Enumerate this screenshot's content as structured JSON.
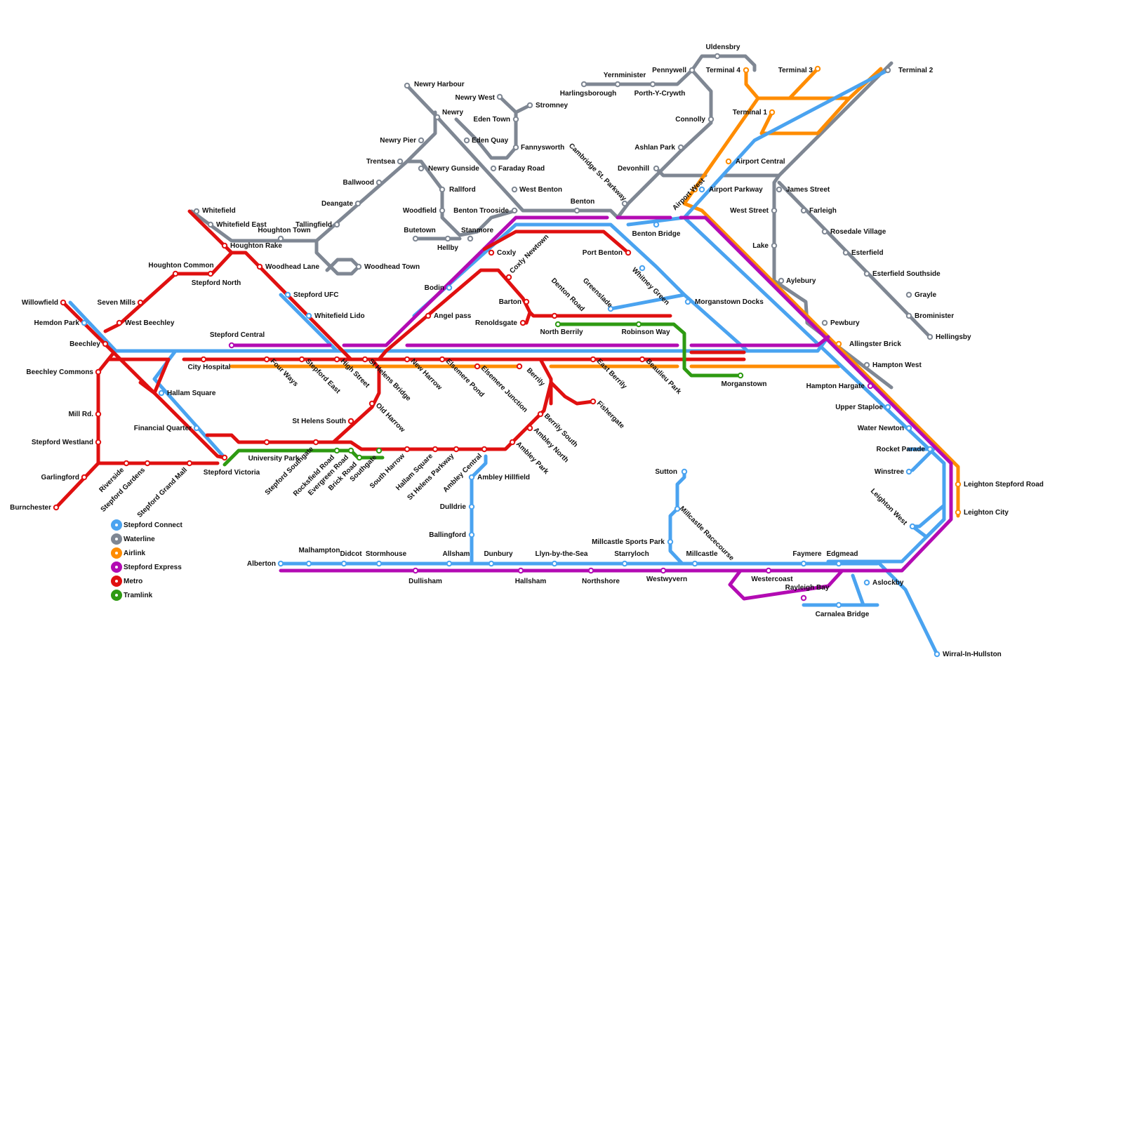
{
  "legend": [
    {
      "label": "Stepford Connect",
      "color": "#4aa3f0"
    },
    {
      "label": "Waterline",
      "color": "#7f8793"
    },
    {
      "label": "Airlink",
      "color": "#ff8c00"
    },
    {
      "label": "Stepford Express",
      "color": "#b30bb3"
    },
    {
      "label": "Metro",
      "color": "#e01010"
    },
    {
      "label": "Tramlink",
      "color": "#2e9a12"
    }
  ],
  "stations": [
    {
      "id": "uldensbry",
      "label": "Uldensbry",
      "line": "Waterline"
    },
    {
      "id": "terminal-4",
      "label": "Terminal 4",
      "line": "Airlink"
    },
    {
      "id": "terminal-3",
      "label": "Terminal 3",
      "line": "Airlink"
    },
    {
      "id": "terminal-2",
      "label": "Terminal 2",
      "line": "Waterline"
    },
    {
      "id": "terminal-1",
      "label": "Terminal 1",
      "line": "Airlink"
    },
    {
      "id": "pennywell",
      "label": "Pennywell",
      "line": "Waterline"
    },
    {
      "id": "yernminister",
      "label": "Yernminister",
      "line": "Waterline"
    },
    {
      "id": "harlingsborough",
      "label": "Harlingsborough",
      "line": "Waterline"
    },
    {
      "id": "porth-y-crywth",
      "label": "Porth-Y-Crywth",
      "line": "Waterline"
    },
    {
      "id": "newry-harbour",
      "label": "Newry Harbour",
      "line": "Waterline"
    },
    {
      "id": "newry-west",
      "label": "Newry West",
      "line": "Waterline"
    },
    {
      "id": "stromney",
      "label": "Stromney",
      "line": "Waterline"
    },
    {
      "id": "newry",
      "label": "Newry",
      "line": "Waterline"
    },
    {
      "id": "eden-town",
      "label": "Eden Town",
      "line": "Waterline"
    },
    {
      "id": "connolly",
      "label": "Connolly",
      "line": "Waterline"
    },
    {
      "id": "newry-pier",
      "label": "Newry Pier",
      "line": "Waterline"
    },
    {
      "id": "eden-quay",
      "label": "Eden Quay",
      "line": "Waterline"
    },
    {
      "id": "fannysworth",
      "label": "Fannysworth",
      "line": "Waterline"
    },
    {
      "id": "ashlan-park",
      "label": "Ashlan Park",
      "line": "Waterline"
    },
    {
      "id": "trentsea",
      "label": "Trentsea",
      "line": "Waterline"
    },
    {
      "id": "newry-gunside",
      "label": "Newry Gunside",
      "line": "Waterline"
    },
    {
      "id": "faraday-road",
      "label": "Faraday Road",
      "line": "Waterline"
    },
    {
      "id": "devonhill",
      "label": "Devonhill",
      "line": "Waterline"
    },
    {
      "id": "airport-central",
      "label": "Airport Central",
      "line": "Airlink"
    },
    {
      "id": "cambridge-st-parkway",
      "label": "Cambridge St. Parkway",
      "line": "Waterline"
    },
    {
      "id": "ballwood",
      "label": "Ballwood",
      "line": "Waterline"
    },
    {
      "id": "rallford",
      "label": "Rallford",
      "line": "Waterline"
    },
    {
      "id": "west-benton",
      "label": "West Benton",
      "line": "Waterline"
    },
    {
      "id": "airport-west",
      "label": "Airport West",
      "line": "Airlink"
    },
    {
      "id": "airport-parkway",
      "label": "Airport Parkway",
      "line": "Stepford Connect"
    },
    {
      "id": "james-street",
      "label": "James Street",
      "line": "Waterline"
    },
    {
      "id": "deangate",
      "label": "Deangate",
      "line": "Waterline"
    },
    {
      "id": "benton",
      "label": "Benton",
      "line": "Waterline"
    },
    {
      "id": "woodfield",
      "label": "Woodfield",
      "line": "Waterline"
    },
    {
      "id": "benton-trooside",
      "label": "Benton Trooside",
      "line": "Waterline"
    },
    {
      "id": "west-street",
      "label": "West Street",
      "line": "Waterline"
    },
    {
      "id": "farleigh",
      "label": "Farleigh",
      "line": "Waterline"
    },
    {
      "id": "whitefield",
      "label": "Whitefield",
      "line": "Waterline"
    },
    {
      "id": "whitefield-east",
      "label": "Whitefield East",
      "line": "Waterline"
    },
    {
      "id": "tallingfield",
      "label": "Tallingfield",
      "line": "Waterline"
    },
    {
      "id": "houghton-town",
      "label": "Houghton Town",
      "line": "Waterline"
    },
    {
      "id": "butetown",
      "label": "Butetown",
      "line": "Waterline"
    },
    {
      "id": "stanmore",
      "label": "Stanmore",
      "line": "Waterline"
    },
    {
      "id": "benton-bridge",
      "label": "Benton Bridge",
      "line": "Stepford Connect"
    },
    {
      "id": "rosedale-village",
      "label": "Rosedale Village",
      "line": "Waterline"
    },
    {
      "id": "houghton-rake",
      "label": "Houghton Rake",
      "line": "Metro"
    },
    {
      "id": "hellby",
      "label": "Hellby",
      "line": "Waterline"
    },
    {
      "id": "lake",
      "label": "Lake",
      "line": "Waterline"
    },
    {
      "id": "coxly",
      "label": "Coxly",
      "line": "Metro"
    },
    {
      "id": "coxly-newtown",
      "label": "Coxly Newtown",
      "line": "Metro"
    },
    {
      "id": "port-benton",
      "label": "Port Benton",
      "line": "Metro"
    },
    {
      "id": "esterfield",
      "label": "Esterfield",
      "line": "Waterline"
    },
    {
      "id": "woodhead-lane",
      "label": "Woodhead Lane",
      "line": "Metro"
    },
    {
      "id": "woodhead-town",
      "label": "Woodhead Town",
      "line": "Waterline"
    },
    {
      "id": "houghton-common",
      "label": "Houghton Common",
      "line": "Metro"
    },
    {
      "id": "esterfield-southside",
      "label": "Esterfield Southside",
      "line": "Waterline"
    },
    {
      "id": "stepford-north",
      "label": "Stepford North",
      "line": "Metro"
    },
    {
      "id": "aylebury",
      "label": "Aylebury",
      "line": "Waterline"
    },
    {
      "id": "whitney-green",
      "label": "Whitney Green",
      "line": "Stepford Connect"
    },
    {
      "id": "bodin",
      "label": "Bodin",
      "line": "Stepford Connect"
    },
    {
      "id": "denton-road",
      "label": "Denton Road",
      "line": "Metro"
    },
    {
      "id": "greenslade",
      "label": "Greenslade",
      "line": "Stepford Connect"
    },
    {
      "id": "stepford-ufc",
      "label": "Stepford UFC",
      "line": "Stepford Connect"
    },
    {
      "id": "grayle",
      "label": "Grayle",
      "line": "Waterline"
    },
    {
      "id": "willowfield",
      "label": "Willowfield",
      "line": "Metro"
    },
    {
      "id": "seven-mills",
      "label": "Seven Mills",
      "line": "Metro"
    },
    {
      "id": "barton",
      "label": "Barton",
      "line": "Metro"
    },
    {
      "id": "morganstown-docks",
      "label": "Morganstown Docks",
      "line": "Stepford Connect"
    },
    {
      "id": "whitefield-lido",
      "label": "Whitefield Lido",
      "line": "Stepford Connect"
    },
    {
      "id": "angel-pass",
      "label": "Angel pass",
      "line": "Metro"
    },
    {
      "id": "brominister",
      "label": "Brominister",
      "line": "Waterline"
    },
    {
      "id": "hemdon-park",
      "label": "Hemdon Park",
      "line": "Stepford Connect"
    },
    {
      "id": "west-beechley",
      "label": "West Beechley",
      "line": "Metro"
    },
    {
      "id": "renoldsgate",
      "label": "Renoldsgate",
      "line": "Metro"
    },
    {
      "id": "pewbury",
      "label": "Pewbury",
      "line": "Waterline"
    },
    {
      "id": "north-berrily",
      "label": "North Berrily",
      "line": "Tramlink"
    },
    {
      "id": "robinson-way",
      "label": "Robinson Way",
      "line": "Tramlink"
    },
    {
      "id": "hellingsby",
      "label": "Hellingsby",
      "line": "Waterline"
    },
    {
      "id": "stepford-central",
      "label": "Stepford Central",
      "line": "Stepford Express"
    },
    {
      "id": "beechley",
      "label": "Beechley",
      "line": "Metro"
    },
    {
      "id": "allingster-brick",
      "label": "Allingster Brick",
      "line": "Airlink"
    },
    {
      "id": "hampton-west",
      "label": "Hampton West",
      "line": "Waterline"
    },
    {
      "id": "city-hospital",
      "label": "City Hospital",
      "line": "Metro"
    },
    {
      "id": "four-ways",
      "label": "Four Ways",
      "line": "Metro"
    },
    {
      "id": "stepford-east",
      "label": "Stepford East",
      "line": "Metro"
    },
    {
      "id": "high-street",
      "label": "High Street",
      "line": "Metro"
    },
    {
      "id": "st-helens-bridge",
      "label": "St Helens Bridge",
      "line": "Metro"
    },
    {
      "id": "new-harrow",
      "label": "New Harrow",
      "line": "Metro"
    },
    {
      "id": "elsemere-pond",
      "label": "Elsemere Pond",
      "line": "Metro"
    },
    {
      "id": "elsemere-junction",
      "label": "Elsemere Junction",
      "line": "Metro"
    },
    {
      "id": "berrily",
      "label": "Berrily",
      "line": "Metro"
    },
    {
      "id": "east-berrily",
      "label": "East Berrily",
      "line": "Metro"
    },
    {
      "id": "beaulieu-park",
      "label": "Beaulieu Park",
      "line": "Metro"
    },
    {
      "id": "morganstown",
      "label": "Morganstown",
      "line": "Tramlink"
    },
    {
      "id": "beechley-commons",
      "label": "Beechley Commons",
      "line": "Metro"
    },
    {
      "id": "hallam-square",
      "label": "Hallam Square",
      "line": "Stepford Connect"
    },
    {
      "id": "hampton-hargate",
      "label": "Hampton Hargate",
      "line": "Stepford Express"
    },
    {
      "id": "upper-staploe",
      "label": "Upper Staploe",
      "line": "Stepford Connect"
    },
    {
      "id": "mill-rd",
      "label": "Mill Rd.",
      "line": "Metro"
    },
    {
      "id": "st-helens-south",
      "label": "St Helens South",
      "line": "Metro"
    },
    {
      "id": "old-harrow",
      "label": "Old Harrow",
      "line": "Metro"
    },
    {
      "id": "fishergate",
      "label": "Fishergate",
      "line": "Metro"
    },
    {
      "id": "berrily-south",
      "label": "Berrily South",
      "line": "Metro"
    },
    {
      "id": "financial-quarter",
      "label": "Financial Quarter",
      "line": "Stepford Connect"
    },
    {
      "id": "water-newton",
      "label": "Water Newton",
      "line": "Stepford Connect"
    },
    {
      "id": "stepford-westland",
      "label": "Stepford Westland",
      "line": "Metro"
    },
    {
      "id": "ambley-north",
      "label": "Ambley North",
      "line": "Metro"
    },
    {
      "id": "university-park",
      "label": "University Park",
      "line": "Metro"
    },
    {
      "id": "rocket-parade",
      "label": "Rocket Parade",
      "line": "Stepford Connect"
    },
    {
      "id": "stepford-victoria",
      "label": "Stepford Victoria",
      "line": "Metro"
    },
    {
      "id": "ambley-park",
      "label": "Ambley Park",
      "line": "Metro"
    },
    {
      "id": "garlingford",
      "label": "Garlingford",
      "line": "Metro"
    },
    {
      "id": "riverside",
      "label": "Riverside",
      "line": "Metro"
    },
    {
      "id": "stepford-gardens",
      "label": "Stepford Gardens",
      "line": "Metro"
    },
    {
      "id": "stepford-grand-mall",
      "label": "Stepford Grand Mall",
      "line": "Metro"
    },
    {
      "id": "stepford-southgate",
      "label": "Stepford Southgate",
      "line": "Metro"
    },
    {
      "id": "rocksfield-road",
      "label": "Rocksfield Road",
      "line": "Tramlink"
    },
    {
      "id": "evergreen-road",
      "label": "Evergreen Road",
      "line": "Tramlink"
    },
    {
      "id": "brick-road",
      "label": "Brick Road",
      "line": "Tramlink"
    },
    {
      "id": "southgate",
      "label": "Southgate",
      "line": "Tramlink"
    },
    {
      "id": "south-harrow",
      "label": "South Harrow",
      "line": "Metro"
    },
    {
      "id": "hallam-square-metro",
      "label": "Hallam Square",
      "line": "Metro"
    },
    {
      "id": "st-helens-parkway",
      "label": "St Helens Parkway",
      "line": "Metro"
    },
    {
      "id": "ambley-central",
      "label": "Ambley Central",
      "line": "Metro"
    },
    {
      "id": "ambley-hillfield",
      "label": "Ambley Hillfield",
      "line": "Stepford Connect"
    },
    {
      "id": "sutton",
      "label": "Sutton",
      "line": "Stepford Connect"
    },
    {
      "id": "winstree",
      "label": "Winstree",
      "line": "Stepford Connect"
    },
    {
      "id": "leighton-stepford-road",
      "label": "Leighton Stepford Road",
      "line": "Airlink"
    },
    {
      "id": "millcastle-racecourse",
      "label": "Millcastle Racecourse",
      "line": "Stepford Connect"
    },
    {
      "id": "leighton-west",
      "label": "Leighton West",
      "line": "Stepford Connect"
    },
    {
      "id": "burnchester",
      "label": "Burnchester",
      "line": "Metro"
    },
    {
      "id": "dulldrie",
      "label": "Dulldrie",
      "line": "Stepford Connect"
    },
    {
      "id": "leighton-city",
      "label": "Leighton City",
      "line": "Airlink"
    },
    {
      "id": "ballingford",
      "label": "Ballingford",
      "line": "Stepford Connect"
    },
    {
      "id": "millcastle-sports-park",
      "label": "Millcastle Sports Park",
      "line": "Stepford Connect"
    },
    {
      "id": "malhampton",
      "label": "Malhampton",
      "line": "Stepford Connect"
    },
    {
      "id": "didcot",
      "label": "Didcot",
      "line": "Stepford Connect"
    },
    {
      "id": "stormhouse",
      "label": "Stormhouse",
      "line": "Stepford Connect"
    },
    {
      "id": "allsham",
      "label": "Allsham",
      "line": "Stepford Connect"
    },
    {
      "id": "dunbury",
      "label": "Dunbury",
      "line": "Stepford Connect"
    },
    {
      "id": "llyn-by-the-sea",
      "label": "Llyn-by-the-Sea",
      "line": "Stepford Connect"
    },
    {
      "id": "starryloch",
      "label": "Starryloch",
      "line": "Stepford Connect"
    },
    {
      "id": "millcastle",
      "label": "Millcastle",
      "line": "Stepford Connect"
    },
    {
      "id": "faymere",
      "label": "Faymere",
      "line": "Stepford Connect"
    },
    {
      "id": "edgmead",
      "label": "Edgmead",
      "line": "Stepford Connect"
    },
    {
      "id": "alberton",
      "label": "Alberton",
      "line": "Stepford Connect"
    },
    {
      "id": "westwyvern",
      "label": "Westwyvern",
      "line": "Stepford Express"
    },
    {
      "id": "westercoast",
      "label": "Westercoast",
      "line": "Stepford Express"
    },
    {
      "id": "aslockby",
      "label": "Aslockby",
      "line": "Stepford Connect"
    },
    {
      "id": "dullisham",
      "label": "Dullisham",
      "line": "Stepford Express"
    },
    {
      "id": "hallsham",
      "label": "Hallsham",
      "line": "Stepford Express"
    },
    {
      "id": "northshore",
      "label": "Northshore",
      "line": "Stepford Express"
    },
    {
      "id": "rayleigh-bay",
      "label": "Rayleigh Bay",
      "line": "Stepford Express"
    },
    {
      "id": "carnalea-bridge",
      "label": "Carnalea Bridge",
      "line": "Stepford Connect"
    },
    {
      "id": "wirral-in-hullston",
      "label": "Wirral-In-Hullston",
      "line": "Stepford Connect"
    }
  ]
}
